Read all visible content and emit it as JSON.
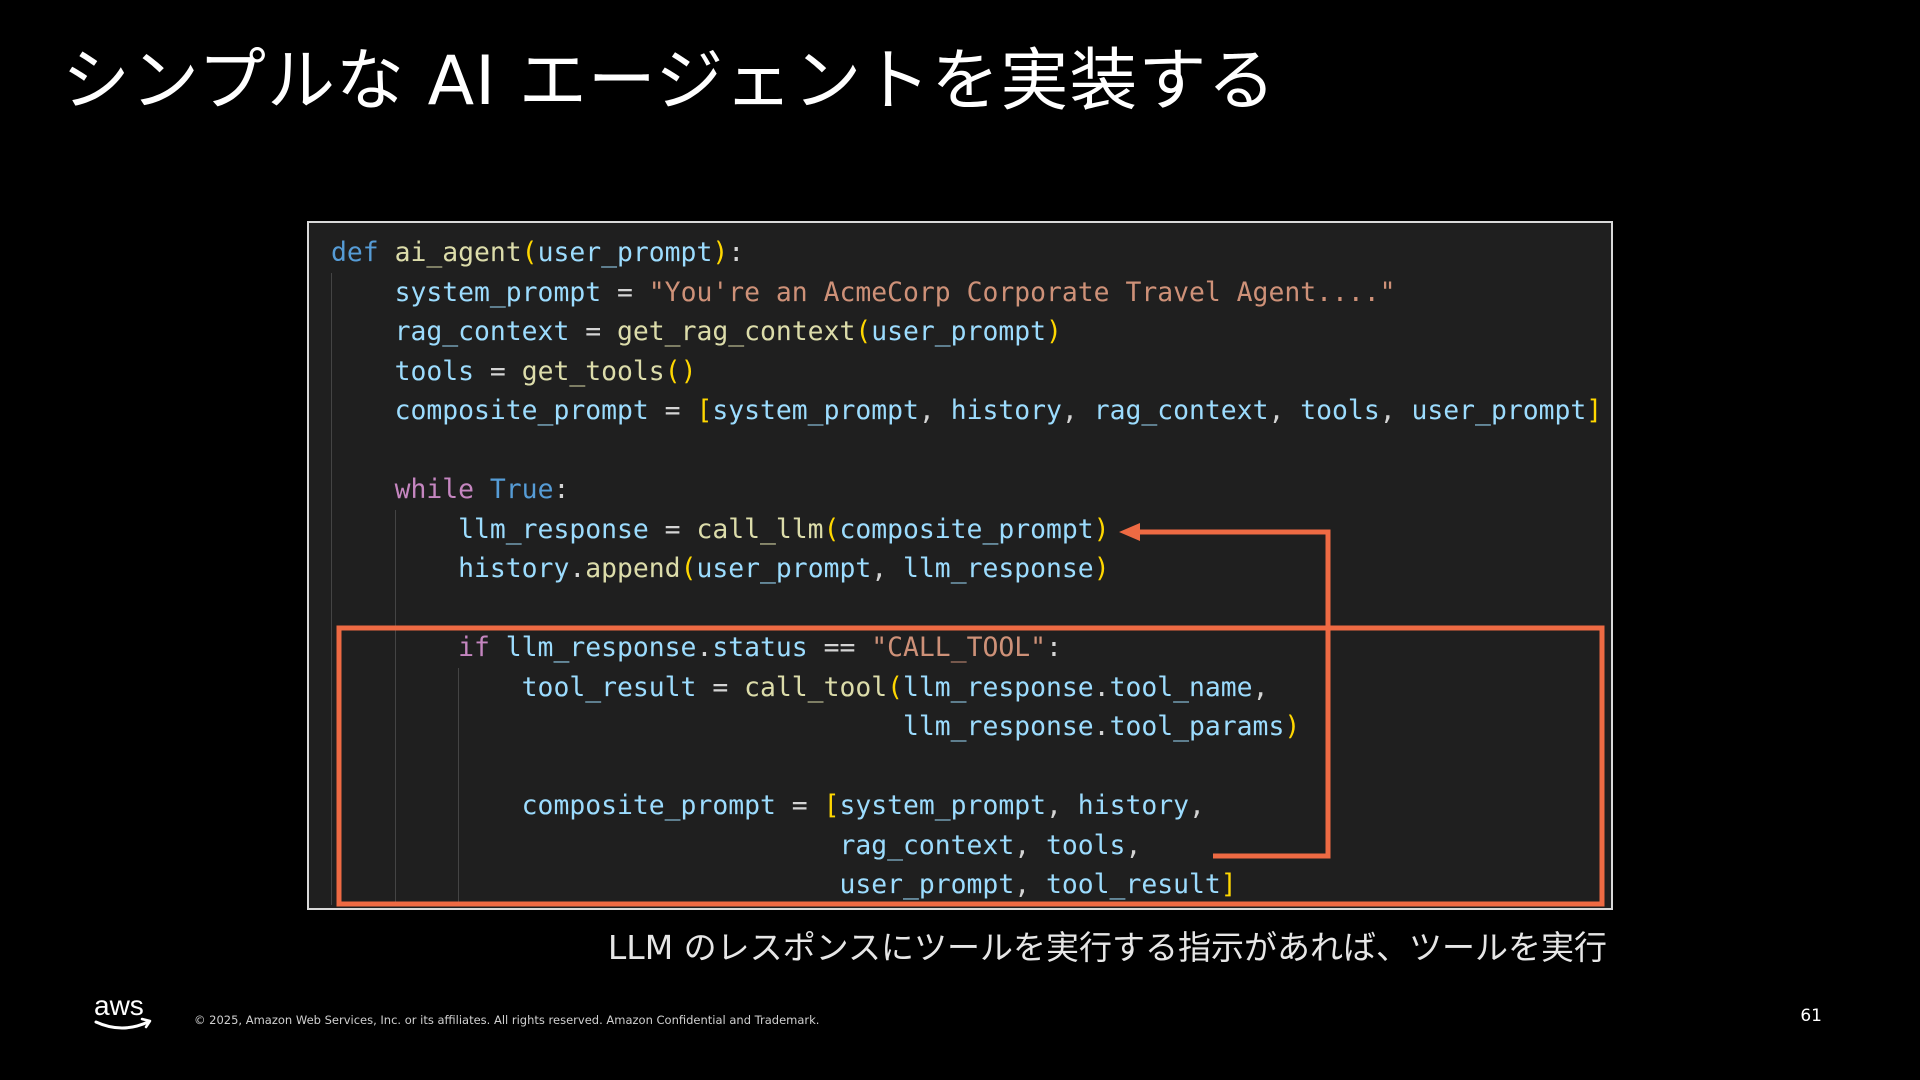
{
  "slide": {
    "title": "シンプルな AI エージェントを実装する",
    "caption": "LLM のレスポンスにツールを実行する指示があれば、ツールを実行",
    "copyright": "© 2025, Amazon Web Services, Inc. or its affiliates. All rights reserved. Amazon Confidential and Trademark.",
    "page_number": "61",
    "logo_text": "aws"
  },
  "colors": {
    "background": "#000000",
    "code_background": "#1f1f1f",
    "highlight": "#ee6a43"
  },
  "code": {
    "language": "python",
    "lines": [
      [
        [
          "kw",
          "def"
        ],
        [
          "op",
          " "
        ],
        [
          "fn",
          "ai_agent"
        ],
        [
          "p1",
          "("
        ],
        [
          "var",
          "user_prompt"
        ],
        [
          "p1",
          ")"
        ],
        [
          "op",
          ":"
        ]
      ],
      [
        [
          "op",
          "    "
        ],
        [
          "var",
          "system_prompt"
        ],
        [
          "op",
          " = "
        ],
        [
          "str",
          "\"You're an AcmeCorp Corporate Travel Agent....\""
        ]
      ],
      [
        [
          "op",
          "    "
        ],
        [
          "var",
          "rag_context"
        ],
        [
          "op",
          " = "
        ],
        [
          "fn",
          "get_rag_context"
        ],
        [
          "p1",
          "("
        ],
        [
          "var",
          "user_prompt"
        ],
        [
          "p1",
          ")"
        ]
      ],
      [
        [
          "op",
          "    "
        ],
        [
          "var",
          "tools"
        ],
        [
          "op",
          " = "
        ],
        [
          "fn",
          "get_tools"
        ],
        [
          "p1",
          "()"
        ]
      ],
      [
        [
          "op",
          "    "
        ],
        [
          "var",
          "composite_prompt"
        ],
        [
          "op",
          " = "
        ],
        [
          "p1",
          "["
        ],
        [
          "var",
          "system_prompt"
        ],
        [
          "op",
          ", "
        ],
        [
          "var",
          "history"
        ],
        [
          "op",
          ", "
        ],
        [
          "var",
          "rag_context"
        ],
        [
          "op",
          ", "
        ],
        [
          "var",
          "tools"
        ],
        [
          "op",
          ", "
        ],
        [
          "var",
          "user_prompt"
        ],
        [
          "p1",
          "]"
        ]
      ],
      [],
      [
        [
          "op",
          "    "
        ],
        [
          "ctrl",
          "while"
        ],
        [
          "op",
          " "
        ],
        [
          "kw",
          "True"
        ],
        [
          "op",
          ":"
        ]
      ],
      [
        [
          "op",
          "        "
        ],
        [
          "var",
          "llm_response"
        ],
        [
          "op",
          " = "
        ],
        [
          "fn",
          "call_llm"
        ],
        [
          "p1",
          "("
        ],
        [
          "var",
          "composite_prompt"
        ],
        [
          "p1",
          ")"
        ]
      ],
      [
        [
          "op",
          "        "
        ],
        [
          "var",
          "history"
        ],
        [
          "op",
          "."
        ],
        [
          "fn",
          "append"
        ],
        [
          "p1",
          "("
        ],
        [
          "var",
          "user_prompt"
        ],
        [
          "op",
          ", "
        ],
        [
          "var",
          "llm_response"
        ],
        [
          "p1",
          ")"
        ]
      ],
      [],
      [
        [
          "op",
          "        "
        ],
        [
          "ctrl",
          "if"
        ],
        [
          "op",
          " "
        ],
        [
          "var",
          "llm_response"
        ],
        [
          "op",
          "."
        ],
        [
          "var",
          "status"
        ],
        [
          "op",
          " == "
        ],
        [
          "str",
          "\"CALL_TOOL\""
        ],
        [
          "op",
          ":"
        ]
      ],
      [
        [
          "op",
          "            "
        ],
        [
          "var",
          "tool_result"
        ],
        [
          "op",
          " = "
        ],
        [
          "fn",
          "call_tool"
        ],
        [
          "p1",
          "("
        ],
        [
          "var",
          "llm_response"
        ],
        [
          "op",
          "."
        ],
        [
          "var",
          "tool_name"
        ],
        [
          "op",
          ","
        ]
      ],
      [
        [
          "op",
          "                                    "
        ],
        [
          "var",
          "llm_response"
        ],
        [
          "op",
          "."
        ],
        [
          "var",
          "tool_params"
        ],
        [
          "p1",
          ")"
        ]
      ],
      [],
      [
        [
          "op",
          "            "
        ],
        [
          "var",
          "composite_prompt"
        ],
        [
          "op",
          " = "
        ],
        [
          "p1",
          "["
        ],
        [
          "var",
          "system_prompt"
        ],
        [
          "op",
          ", "
        ],
        [
          "var",
          "history"
        ],
        [
          "op",
          ","
        ]
      ],
      [
        [
          "op",
          "                                "
        ],
        [
          "var",
          "rag_context"
        ],
        [
          "op",
          ", "
        ],
        [
          "var",
          "tools"
        ],
        [
          "op",
          ","
        ]
      ],
      [
        [
          "op",
          "                                "
        ],
        [
          "var",
          "user_prompt"
        ],
        [
          "op",
          ", "
        ],
        [
          "var",
          "tool_result"
        ],
        [
          "p1",
          "]"
        ]
      ]
    ]
  }
}
